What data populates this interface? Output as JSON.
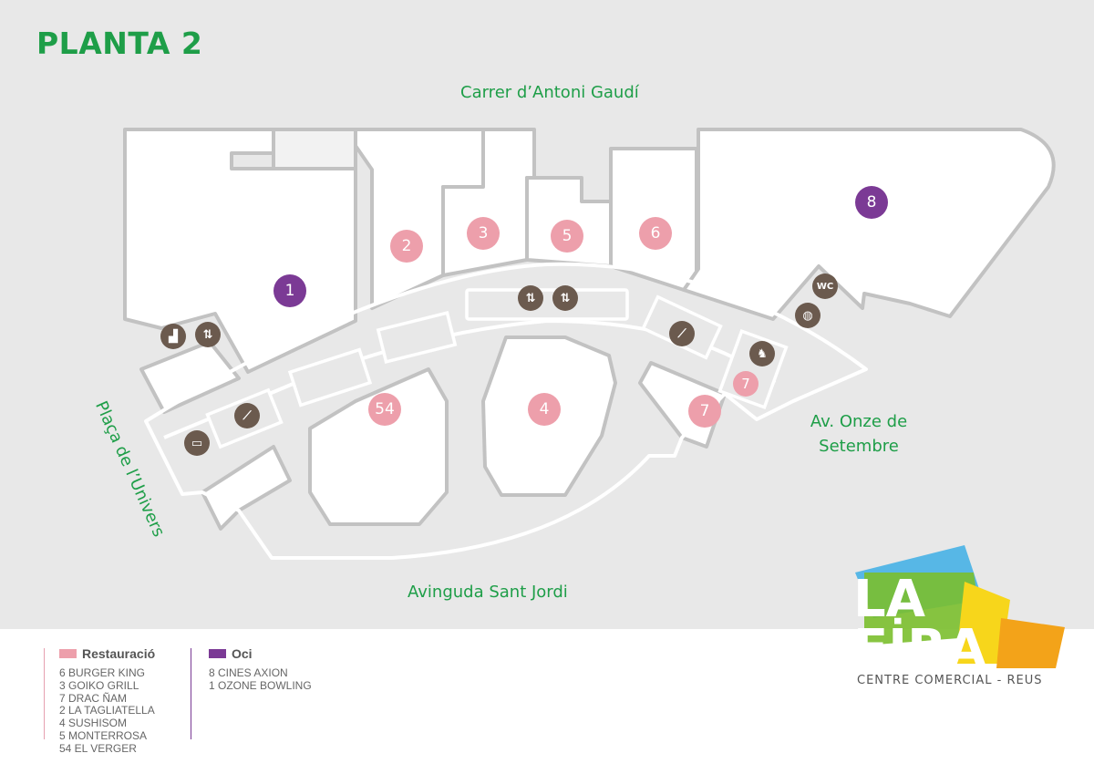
{
  "page_title": "PLANTA 2",
  "streets": {
    "top": "Carrer d’Antoni Gaudí",
    "bottom": "Avinguda Sant Jordi",
    "right_line1": "Av. Onze de",
    "right_line2": "Setembre",
    "left": "Plaça de l’Univers"
  },
  "store_markers": [
    {
      "id": "1",
      "category": "oci"
    },
    {
      "id": "2",
      "category": "restauracio"
    },
    {
      "id": "3",
      "category": "restauracio"
    },
    {
      "id": "5",
      "category": "restauracio"
    },
    {
      "id": "6",
      "category": "restauracio"
    },
    {
      "id": "8",
      "category": "oci"
    },
    {
      "id": "54",
      "category": "restauracio"
    },
    {
      "id": "4",
      "category": "restauracio"
    },
    {
      "id": "7",
      "category": "restauracio"
    },
    {
      "id": "7",
      "category": "restauracio"
    }
  ],
  "service_icons": [
    {
      "name": "stairs-icon"
    },
    {
      "name": "elevator-icon"
    },
    {
      "name": "elevator-icon"
    },
    {
      "name": "elevator-icon"
    },
    {
      "name": "escalator-icon"
    },
    {
      "name": "escalator-icon"
    },
    {
      "name": "wc-icon",
      "label": "WC"
    },
    {
      "name": "baby-changing-icon"
    },
    {
      "name": "kids-ride-icon"
    },
    {
      "name": "rest-area-icon"
    }
  ],
  "legend": {
    "restauracio": {
      "title": "Restauració",
      "items": [
        "6 BURGER KING",
        "3 GOIKO GRILL",
        "7 DRAC ÑAM",
        "2 LA TAGLIATELLA",
        "4 SUSHISOM",
        "5 MONTERROSA",
        "54 EL VERGER"
      ]
    },
    "oci": {
      "title": "Oci",
      "items": [
        "8 CINES AXION",
        "1 OZONE BOWLING"
      ]
    }
  },
  "logo": {
    "line1": "LA",
    "line2": "FİRA",
    "subtitle": "CENTRE COMERCIAL - REUS"
  },
  "colors": {
    "restauracio": "#ed9fab",
    "oci": "#7b3a95",
    "icon": "#6b5a4e",
    "street_text": "#1e9e48",
    "map_bg": "#e8e8e8",
    "building": "#ffffff",
    "outline": "#c2c2c2"
  }
}
